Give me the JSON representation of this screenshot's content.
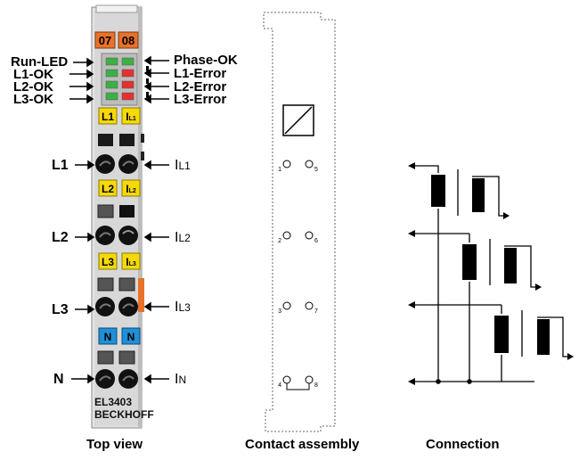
{
  "top_view": {
    "terminal_numbers": [
      "07",
      "08"
    ],
    "led_labels_left": [
      "Run-LED",
      "L1-OK",
      "L2-OK",
      "L3-OK"
    ],
    "led_labels_right": [
      "Phase-OK",
      "L1-Error",
      "L2-Error",
      "L3-Error"
    ],
    "phase_tags": [
      {
        "left": "L1",
        "right": "I",
        "right_sub": "L1"
      },
      {
        "left": "L2",
        "right": "I",
        "right_sub": "L2"
      },
      {
        "left": "L3",
        "right": "I",
        "right_sub": "L3"
      },
      {
        "left": "N",
        "right": "N"
      }
    ],
    "connector_labels_left": [
      "L1",
      "L2",
      "L3",
      "N"
    ],
    "connector_labels_right": [
      {
        "main": "I",
        "sub": "L1"
      },
      {
        "main": "I",
        "sub": "L2"
      },
      {
        "main": "I",
        "sub": "L3"
      },
      {
        "main": "I",
        "sub": "N"
      }
    ],
    "model": "EL3403",
    "brand": "BECKHOFF",
    "colors": {
      "tag_yellow": "#f5d90a",
      "tag_blue": "#1f8fd6",
      "header_orange": "#e8722a",
      "led_green": "#3cb043",
      "led_red": "#e53030"
    }
  },
  "contact_assembly": {
    "left_numbers": [
      "1",
      "2",
      "3",
      "4"
    ],
    "right_numbers": [
      "5",
      "6",
      "7",
      "8"
    ]
  },
  "captions": {
    "top_view": "Top view",
    "contact_assembly": "Contact assembly",
    "connection": "Connection"
  }
}
